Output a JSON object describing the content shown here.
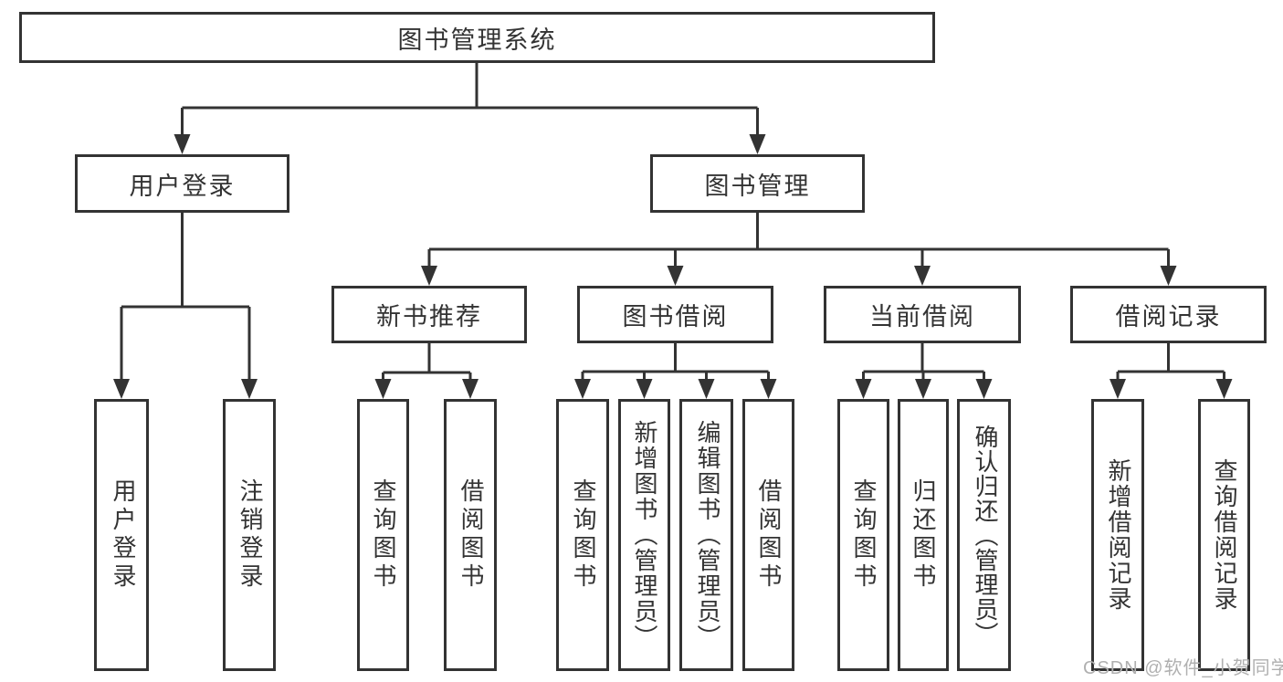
{
  "colors": {
    "line": "#333333",
    "box_border": "#333333",
    "text": "#333333",
    "background": "#ffffff",
    "watermark": "#b0b0b0"
  },
  "watermark": {
    "text": "CSDN @软件_小贺同学"
  },
  "tree": {
    "root": {
      "label": "图书管理系统",
      "children": [
        {
          "label": "用户登录",
          "children": [
            {
              "label": "用户登录"
            },
            {
              "label": "注销登录"
            }
          ]
        },
        {
          "label": "图书管理",
          "children": [
            {
              "label": "新书推荐",
              "children": [
                {
                  "label": "查询图书"
                },
                {
                  "label": "借阅图书"
                }
              ]
            },
            {
              "label": "图书借阅",
              "children": [
                {
                  "label": "查询图书"
                },
                {
                  "label": "新增图书（管理员）"
                },
                {
                  "label": "编辑图书（管理员）"
                },
                {
                  "label": "借阅图书"
                }
              ]
            },
            {
              "label": "当前借阅",
              "children": [
                {
                  "label": "查询图书"
                },
                {
                  "label": "归还图书"
                },
                {
                  "label": "确认归还（管理员）"
                }
              ]
            },
            {
              "label": "借阅记录",
              "children": [
                {
                  "label": "新增借阅记录"
                },
                {
                  "label": "查询借阅记录"
                }
              ]
            }
          ]
        }
      ]
    }
  }
}
